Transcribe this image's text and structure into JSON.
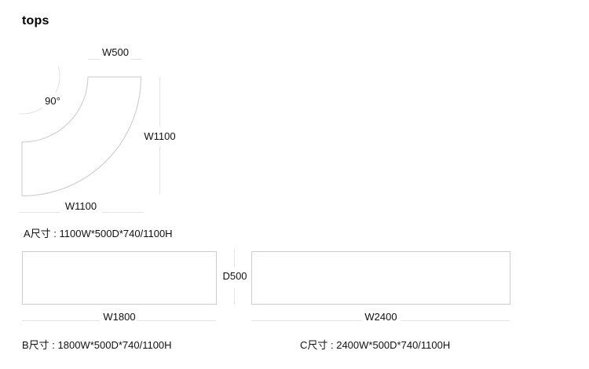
{
  "title": "tops",
  "colors": {
    "shape_outline": "#c9c9c9",
    "rect_border": "#cccccc",
    "dimension_line": "#e3e3e3",
    "text": "#111111",
    "background": "#ffffff"
  },
  "panel_a": {
    "dim_top": "W500",
    "angle": "90°",
    "dim_right": "W1100",
    "dim_bottom": "W1100",
    "caption": "A尺寸 : 1100W*500D*740/1100H"
  },
  "panel_b": {
    "dim_bottom": "W1800",
    "caption": "B尺寸 : 1800W*500D*740/1100H"
  },
  "gap_dim": "D500",
  "panel_c": {
    "dim_bottom": "W2400",
    "caption": "C尺寸 : 2400W*500D*740/1100H"
  }
}
